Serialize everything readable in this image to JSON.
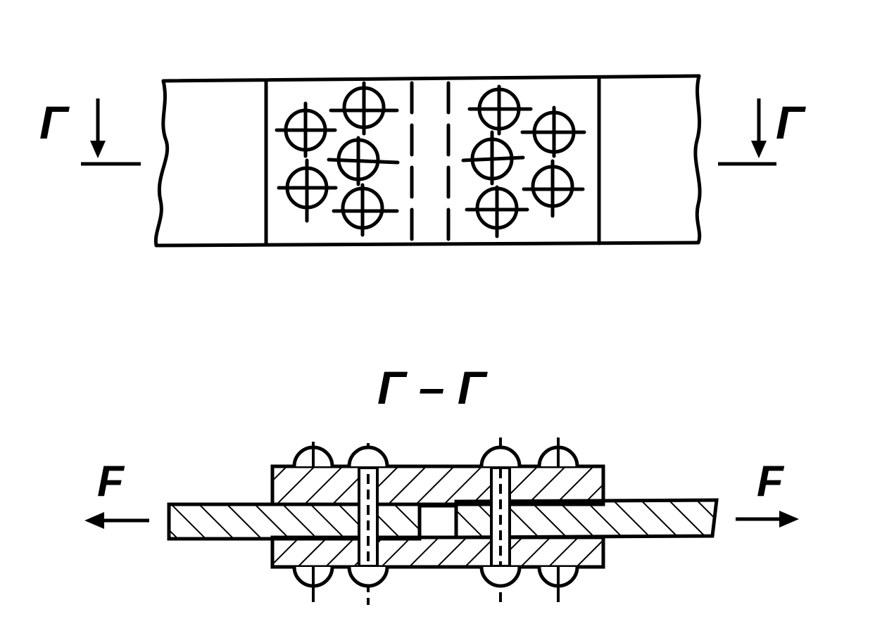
{
  "labels": {
    "section_mark_left": "Г",
    "section_mark_right": "Г",
    "section_title": "Г – Г",
    "force_left": "F",
    "force_right": "F"
  },
  "colors": {
    "line": "#000000",
    "background": "#ffffff"
  }
}
